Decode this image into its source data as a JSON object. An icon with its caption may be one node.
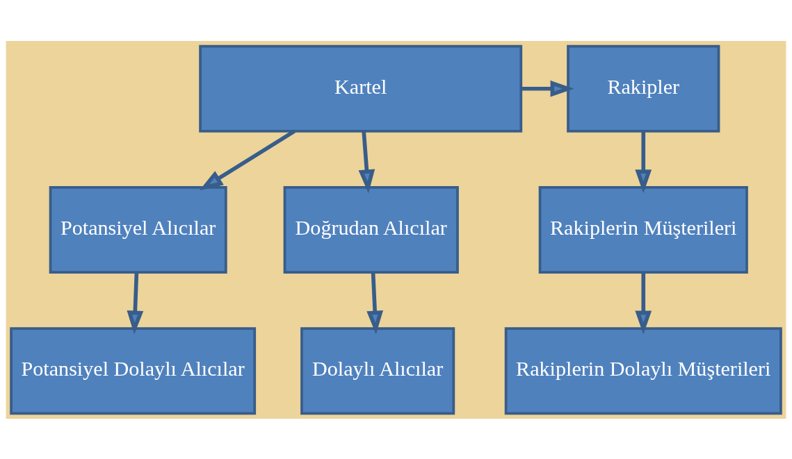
{
  "diagram": {
    "nodes": [
      {
        "text": [
          "Kartel"
        ]
      },
      {
        "text": [
          "Rakipler"
        ]
      },
      {
        "text": [
          "Potansiyel Alıcılar"
        ]
      },
      {
        "text": [
          "Doğrudan Alıcılar"
        ]
      },
      {
        "text": [
          "Rakiplerin Müşterileri"
        ]
      },
      {
        "text": [
          "Potansiyel Dolaylı Alıcılar"
        ]
      },
      {
        "text": [
          "Dolaylı Alıcılar"
        ]
      },
      {
        "text": [
          "Rakiplerin Dolaylı Müşterileri"
        ]
      }
    ],
    "edges": [
      {
        "from": 0,
        "to": 1,
        "arrow": "to"
      },
      {
        "from": 0,
        "to": 2,
        "arrow": "to"
      },
      {
        "from": 0,
        "to": 3,
        "arrow": "to"
      },
      {
        "from": 1,
        "to": 4,
        "arrow": "to"
      },
      {
        "from": 2,
        "to": 5,
        "arrow": "to"
      },
      {
        "from": 3,
        "to": 6,
        "arrow": "to"
      },
      {
        "from": 4,
        "to": 7,
        "arrow": "to"
      }
    ]
  }
}
